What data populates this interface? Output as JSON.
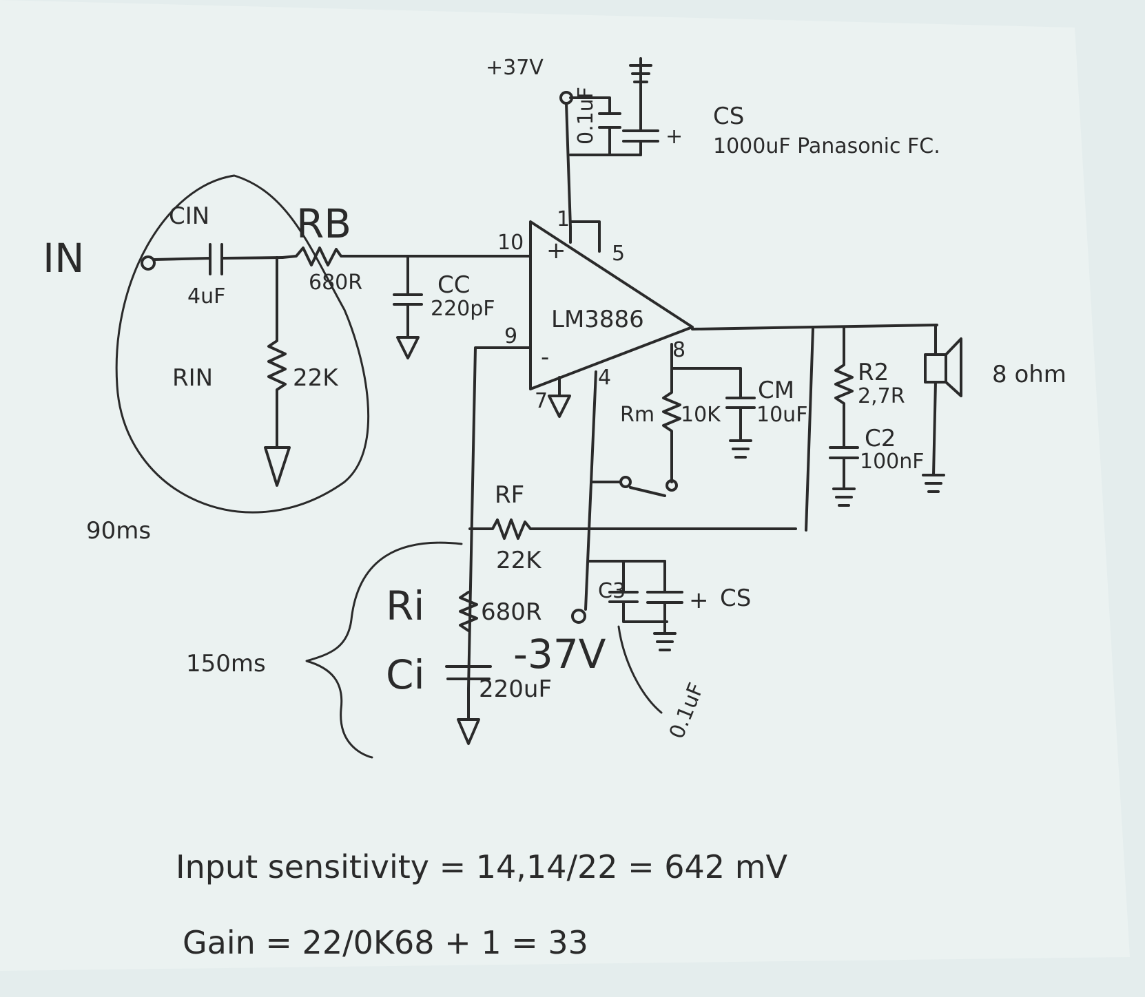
{
  "supply": {
    "positive": "+37V",
    "negative": "-37V",
    "bypass_small_pos": "0.1uF",
    "bypass_small_neg": "0.1uF",
    "cs_pos_label": "CS",
    "cs_pos_value": "1000uF Panasonic FC.",
    "cs_neg_label": "CS",
    "cs_neg_small_label": "C3",
    "plus_sign": "+"
  },
  "input": {
    "label": "IN",
    "cin_label": "CIN",
    "cin_value": "4uF",
    "rin_label": "RIN",
    "rin_value": "22K",
    "rb_label": "RB",
    "rb_value": "680R",
    "cc_label": "CC",
    "cc_value": "220pF",
    "time_constant": "90ms"
  },
  "amp": {
    "name": "LM3886",
    "pin_plus": "+",
    "pin_minus": "-",
    "pins": [
      "1",
      "5",
      "10",
      "9",
      "7",
      "4",
      "8"
    ]
  },
  "feedback": {
    "rf_label": "RF",
    "rf_value": "22K",
    "ri_label": "Ri",
    "ri_value": "680R",
    "ci_label": "Ci",
    "ci_value": "220uF",
    "time_constant": "150ms"
  },
  "mute": {
    "rm_label": "Rm",
    "rm_value": "10K",
    "cm_label": "CM",
    "cm_value": "10uF"
  },
  "output": {
    "r2_label": "R2",
    "r2_value": "2,7R",
    "c2_label": "C2",
    "c2_value": "100nF",
    "speaker": "8 ohm"
  },
  "notes": {
    "sensitivity": "Input sensitivity = 14,14/22 = 642 mV",
    "gain": "Gain = 22/0K68 + 1 = 33"
  }
}
